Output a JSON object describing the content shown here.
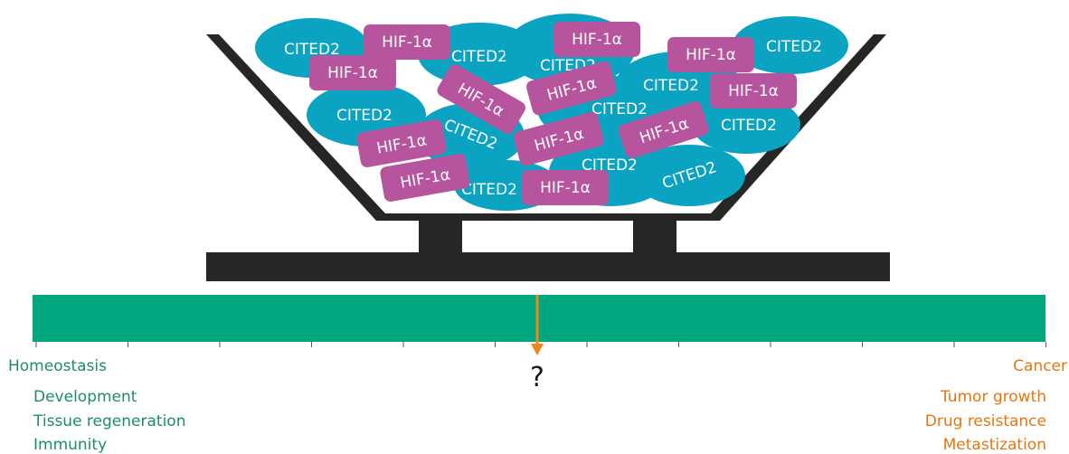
{
  "molecules": {
    "cited2_label": "CITED2",
    "hif_label": "HIF-1α"
  },
  "scale": {
    "left_title": "Homeostasis",
    "left_items": [
      "Development",
      "Tissue regeneration",
      "Immunity"
    ],
    "right_title": "Cancer",
    "right_items": [
      "Tumor growth",
      "Drug resistance",
      "Metastization"
    ],
    "marker_label": "?"
  },
  "colors": {
    "cited2": "#0aa3c2",
    "hif": "#b6559e",
    "bar": "#00a77f",
    "basket": "#262626",
    "marker": "#f08519",
    "left_text": "#1e8c6a",
    "right_text": "#e8760f"
  }
}
